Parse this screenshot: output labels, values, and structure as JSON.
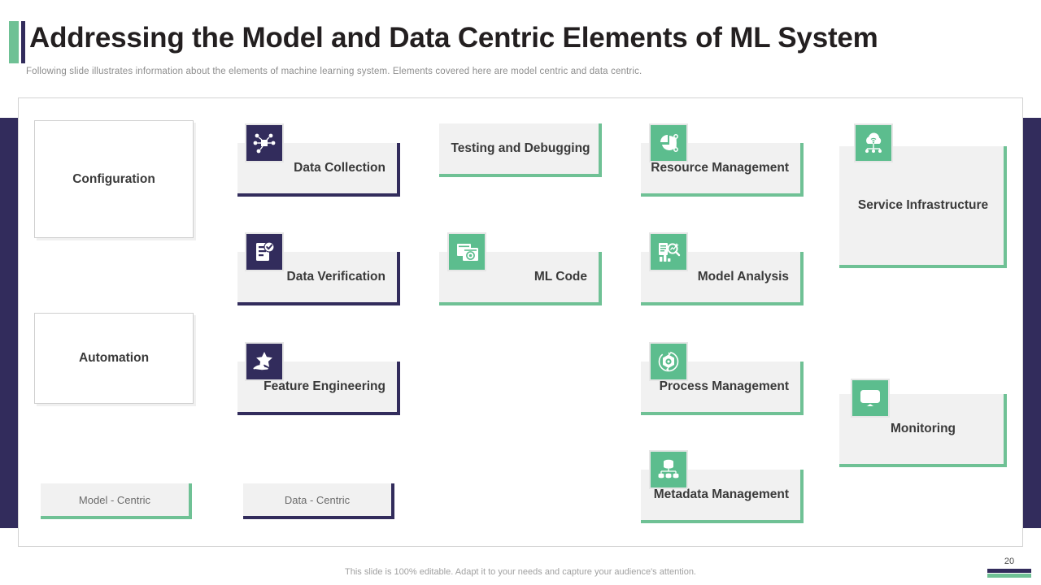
{
  "header": {
    "title": "Addressing the Model and Data Centric Elements of ML System",
    "subtitle": "Following slide illustrates information about the elements of machine learning system. Elements covered here are model centric and data centric."
  },
  "colors": {
    "green": "#6fc195",
    "green_tile": "#5cbd8e",
    "navy": "#322c5c",
    "card_bg": "#f1f1f1",
    "text": "#3a3a3a"
  },
  "plain_cards": [
    {
      "label": "Configuration"
    },
    {
      "label": "Automation"
    }
  ],
  "cards": [
    {
      "label": "Data Collection",
      "accent": "navy",
      "icon": "data-collection-icon"
    },
    {
      "label": "Testing and Debugging",
      "accent": "green",
      "icon": null
    },
    {
      "label": "Resource Management",
      "accent": "green",
      "icon": "resource-management-icon"
    },
    {
      "label": "Service Infrastructure",
      "accent": "green",
      "icon": "cloud-infrastructure-icon"
    },
    {
      "label": "Data Verification",
      "accent": "navy",
      "icon": "data-verification-icon"
    },
    {
      "label": "ML Code",
      "accent": "green",
      "icon": "ml-code-icon"
    },
    {
      "label": "Model Analysis",
      "accent": "green",
      "icon": "model-analysis-icon"
    },
    {
      "label": "Feature Engineering",
      "accent": "navy",
      "icon": "feature-engineering-icon"
    },
    {
      "label": "Process Management",
      "accent": "green",
      "icon": "process-management-icon"
    },
    {
      "label": "Metadata Management",
      "accent": "green",
      "icon": "metadata-management-icon"
    },
    {
      "label": "Monitoring",
      "accent": "green",
      "icon": "monitoring-icon"
    }
  ],
  "legend": [
    {
      "label": "Model - Centric",
      "accent": "green"
    },
    {
      "label": "Data - Centric",
      "accent": "navy"
    }
  ],
  "footer": {
    "note": "This slide is 100% editable. Adapt it to your needs and capture your audience's attention.",
    "page_number": "20"
  }
}
